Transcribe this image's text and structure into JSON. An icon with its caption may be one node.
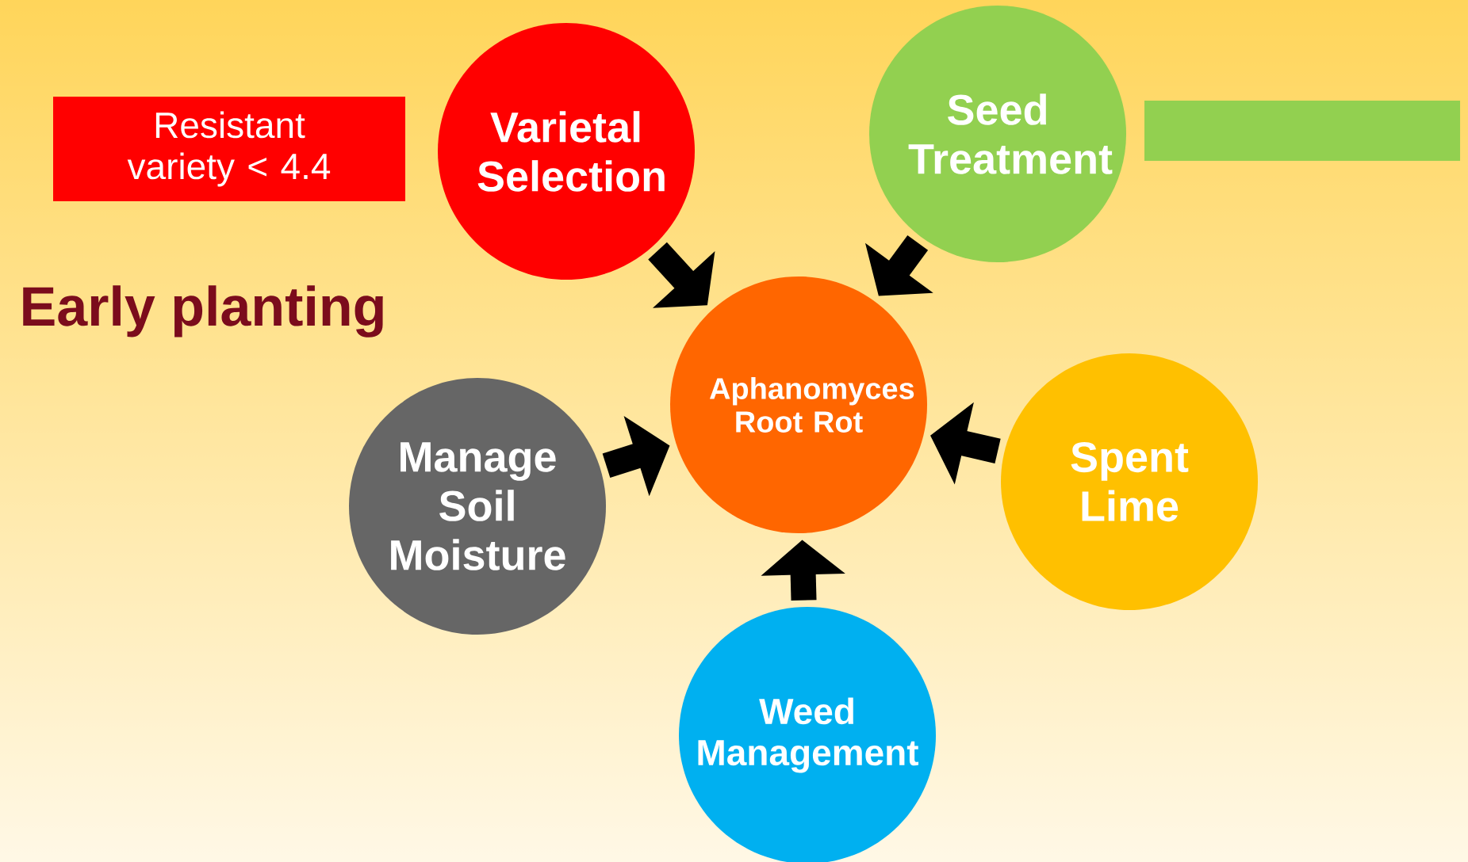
{
  "diagram": {
    "nodes": [
      {
        "text": [
          "Resistant variety < 4.4"
        ]
      },
      {
        "text": [
          "Varietal Selection"
        ]
      },
      {
        "text": [
          "Seed Treatment"
        ]
      },
      {
        "text": [],
        "shape": "box"
      },
      {
        "text": [
          "Aphanomyces Root Rot"
        ]
      },
      {
        "text": [
          "Manage Soil Moisture"
        ]
      },
      {
        "text": [
          "Spent Lime"
        ]
      },
      {
        "text": [
          "Weed Management"
        ]
      }
    ],
    "edges": [
      {
        "from": 1,
        "to": 4,
        "arrow": "to"
      },
      {
        "from": 2,
        "to": 4,
        "arrow": "to"
      },
      {
        "from": 5,
        "to": 4,
        "arrow": "to"
      },
      {
        "from": 6,
        "to": 4,
        "arrow": "to"
      },
      {
        "from": 7,
        "to": 4,
        "arrow": "to"
      }
    ],
    "labels": [
      "Early planting"
    ]
  }
}
